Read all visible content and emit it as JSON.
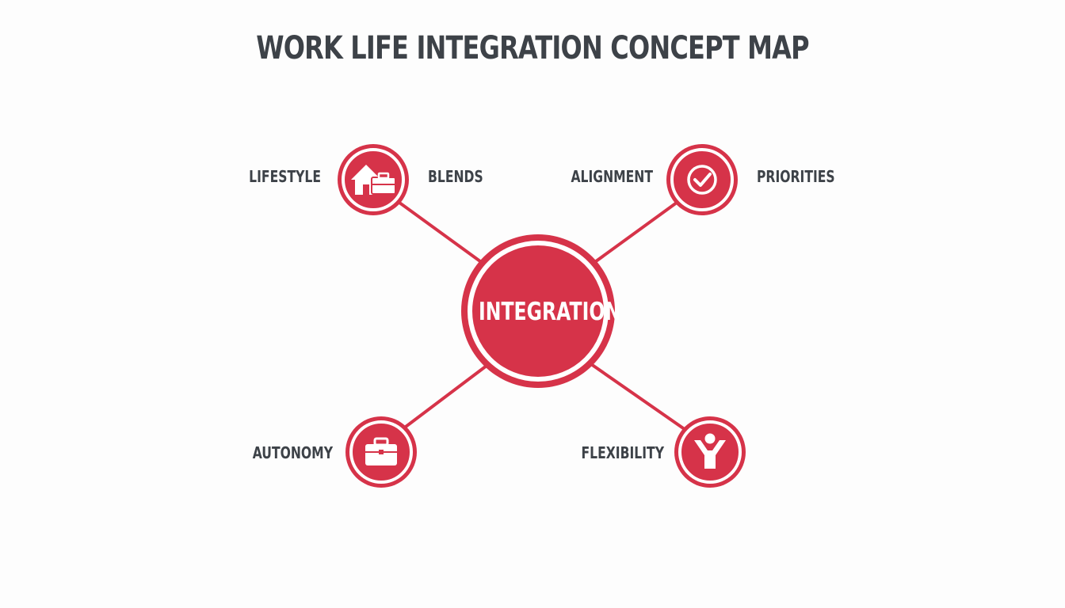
{
  "title": "WORK LIFE INTEGRATION CONCEPT MAP",
  "center": {
    "label": "INTEGRATION"
  },
  "nodes": [
    {
      "icon": "house-briefcase-icon",
      "labels": [
        "LIFESTYLE",
        "BLENDS"
      ]
    },
    {
      "icon": "checkmark-icon",
      "labels": [
        "ALIGNMENT",
        "PRIORITIES"
      ]
    },
    {
      "icon": "briefcase-icon",
      "labels": [
        "AUTONOMY"
      ]
    },
    {
      "icon": "person-arms-raised-icon",
      "labels": [
        "FLEXIBILITY"
      ]
    }
  ],
  "colors": {
    "accent": "#d63349",
    "text": "#3d4248",
    "background": "#fdfdfd"
  }
}
